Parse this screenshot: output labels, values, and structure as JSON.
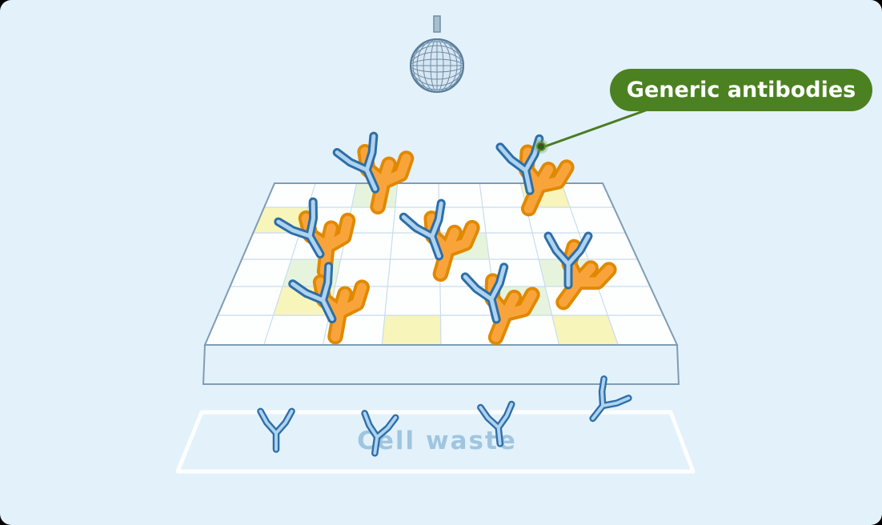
{
  "scene": {
    "background": "#e3f1fb",
    "label": {
      "text": "Generic antibodies",
      "bg": "#4c8122",
      "color": "#ffffff"
    },
    "waste": {
      "text": "Cell waste",
      "color": "#9cc3df"
    },
    "colors": {
      "antibody_outline": "#2e6ea6",
      "antibody_fill": "#aed3f0",
      "antigen_outline": "#e08900",
      "antigen_fill": "#f9a43b",
      "grid_line": "#c9dcec",
      "platform_edge": "#7f9cb5",
      "highlight_yellow": "#f8f5bb",
      "highlight_green": "#e6f4dd",
      "pointer": "#4a7c21"
    },
    "pairs": [
      [
        455,
        205,
        -8
      ],
      [
        655,
        205,
        4
      ],
      [
        383,
        288,
        -14
      ],
      [
        537,
        288,
        -4
      ],
      [
        710,
        322,
        16
      ],
      [
        400,
        368,
        -10
      ],
      [
        612,
        366,
        2
      ]
    ],
    "free_antibodies": [
      [
        345,
        535,
        0
      ],
      [
        472,
        540,
        8
      ],
      [
        622,
        528,
        -6
      ],
      [
        757,
        502,
        38
      ]
    ],
    "highlights": [
      [
        0,
        2,
        "green"
      ],
      [
        0,
        6,
        "yellow"
      ],
      [
        1,
        0,
        "yellow"
      ],
      [
        2,
        4,
        "green"
      ],
      [
        3,
        1,
        "green"
      ],
      [
        3,
        6,
        "green"
      ],
      [
        4,
        1,
        "yellow"
      ],
      [
        4,
        5,
        "green"
      ],
      [
        5,
        3,
        "yellow"
      ],
      [
        5,
        6,
        "yellow"
      ]
    ]
  }
}
